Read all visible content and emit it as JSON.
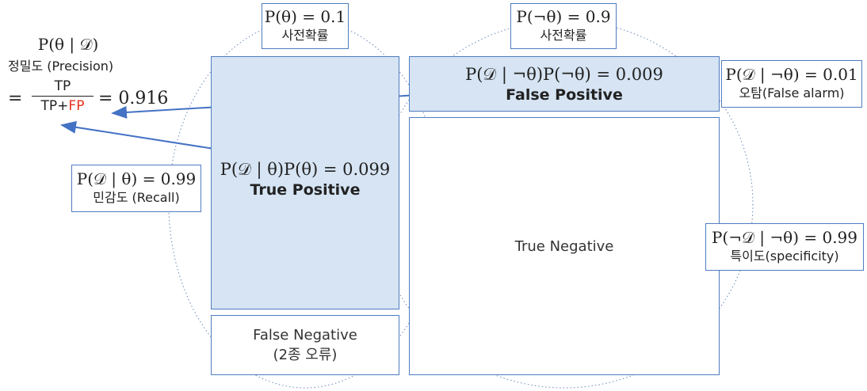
{
  "prior_theta": {
    "formula": "P(θ) = 0.1",
    "caption": "사전확률"
  },
  "prior_not_theta": {
    "formula": "P(¬θ) = 0.9",
    "caption": "사전확률"
  },
  "precision": {
    "formula": "P(θ | 𝒟)",
    "caption": "정밀도 (Precision)",
    "eq_sign": "=",
    "numerator": "TP",
    "denominator_tp": "TP+",
    "denominator_fp": "FP",
    "result": "= 0.916"
  },
  "false_positive": {
    "formula": "P(𝒟 | ¬θ)P(¬θ) = 0.009",
    "label": "False Positive"
  },
  "false_alarm": {
    "formula": "P(𝒟 | ¬θ) = 0.01",
    "caption": "오탐(False alarm)"
  },
  "recall": {
    "formula": "P(𝒟 | θ) = 0.99",
    "caption": "민감도 (Recall)"
  },
  "true_positive": {
    "formula": "P(𝒟 | θ)P(θ) = 0.099",
    "label": "True Positive"
  },
  "specificity": {
    "formula": "P(¬𝒟 | ¬θ) = 0.99",
    "caption": "특이도(specificity)"
  },
  "true_negative": {
    "label": "True Negative"
  },
  "false_negative": {
    "label": "False Negative",
    "sub": "(2종 오류)"
  },
  "colors": {
    "box_border": "#4f7cc0",
    "box_fill": "#d6e4f3",
    "arrow": "#4472c4",
    "fp_highlight": "#e8321e"
  }
}
